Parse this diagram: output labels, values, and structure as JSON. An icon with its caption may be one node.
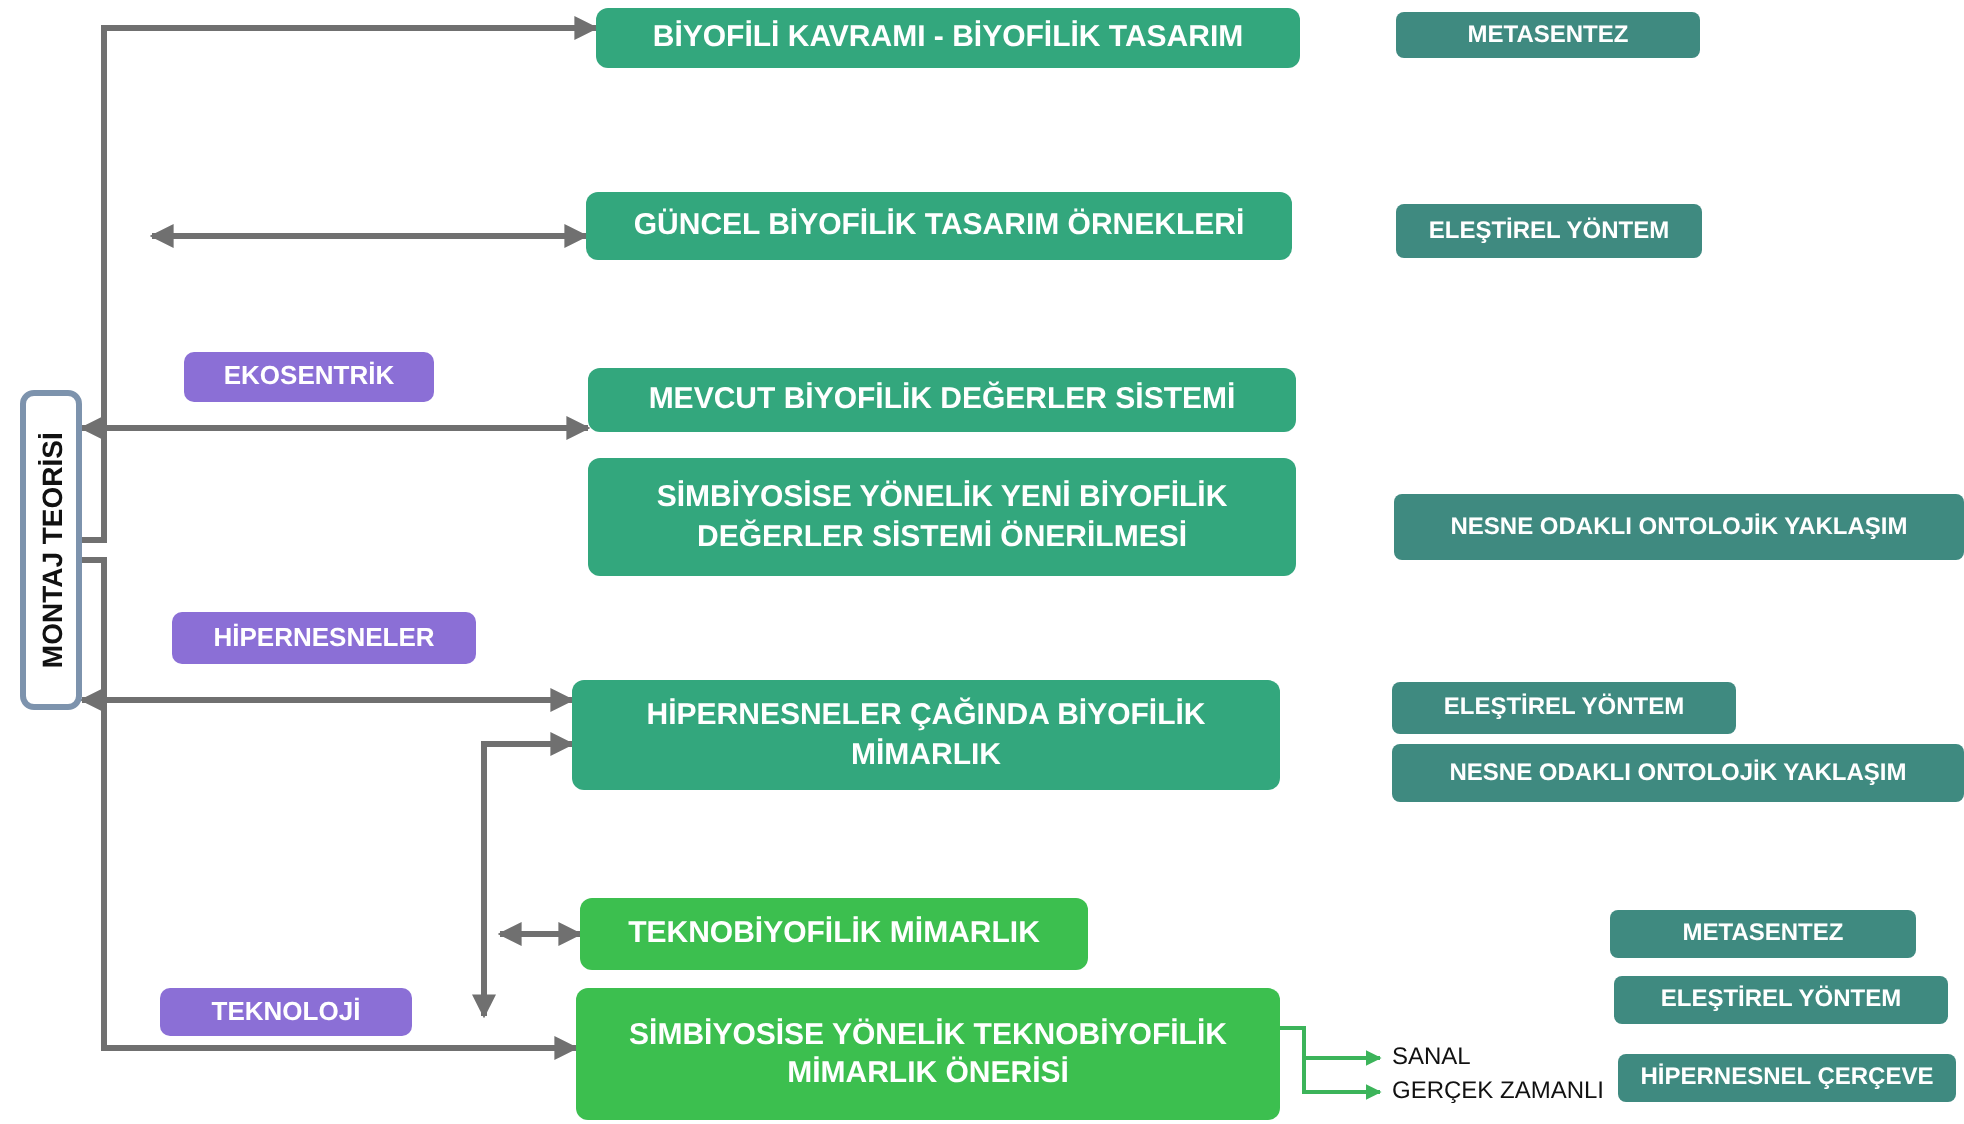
{
  "diagram": {
    "nodes": [
      {
        "text": [
          "MONTAJ TEORİSİ"
        ]
      },
      {
        "text": [
          "BİYOFİLİ KAVRAMI - BİYOFİLİK TASARIM"
        ]
      },
      {
        "text": [
          "METASENTEZ"
        ]
      },
      {
        "text": [
          "GÜNCEL BİYOFİLİK TASARIM ÖRNEKLERİ"
        ]
      },
      {
        "text": [
          "ELEŞTİREL YÖNTEM"
        ]
      },
      {
        "text": [
          "EKOSENTRİK"
        ]
      },
      {
        "text": [
          "MEVCUT BİYOFİLİK DEĞERLER SİSTEMİ"
        ]
      },
      {
        "text": [
          "SİMBİYOSİSE YÖNELİK YENİ BİYOFİLİK DEĞERLER SİSTEMİ ÖNERİLMESİ"
        ]
      },
      {
        "text": [
          "NESNE ODAKLI ONTOLOJİK YAKLAŞIM"
        ]
      },
      {
        "text": [
          "HİPERNESNELER"
        ]
      },
      {
        "text": [
          "HİPERNESNELER ÇAĞINDA BİYOFİLİK MİMARLIK"
        ]
      },
      {
        "text": [
          "ELEŞTİREL YÖNTEM"
        ]
      },
      {
        "text": [
          "NESNE ODAKLI ONTOLOJİK YAKLAŞIM"
        ]
      },
      {
        "text": [
          "TEKNOBİYOFİLİK MİMARLIK"
        ]
      },
      {
        "text": [
          "METASENTEZ"
        ]
      },
      {
        "text": [
          "TEKNOLOJİ"
        ]
      },
      {
        "text": [
          "ELEŞTİREL YÖNTEM"
        ]
      },
      {
        "text": [
          "SİMBİYOSİSE YÖNELİK TEKNOBİYOFİLİK MİMARLIK ÖNERİSİ"
        ]
      },
      {
        "text": [
          "SANAL"
        ]
      },
      {
        "text": [
          "GERÇEK ZAMANLI"
        ]
      },
      {
        "text": [
          "HİPERNESNEL ÇERÇEVE"
        ]
      }
    ],
    "edges": [
      {
        "from": 0,
        "to": 1,
        "arrow": "to"
      },
      {
        "from": 0,
        "to": 17,
        "arrow": "to"
      },
      {
        "from": null,
        "to": 3,
        "arrow": "both"
      },
      {
        "from": 0,
        "to": 6,
        "arrow": "both"
      },
      {
        "from": 0,
        "to": 10,
        "arrow": "both"
      },
      {
        "from": null,
        "to": 10,
        "arrow": "both"
      },
      {
        "from": null,
        "to": 13,
        "arrow": "both"
      },
      {
        "from": 17,
        "to": 18,
        "arrow": "to",
        "color": "#3cb45a"
      },
      {
        "from": 17,
        "to": 19,
        "arrow": "to",
        "color": "#3cb45a"
      }
    ]
  }
}
